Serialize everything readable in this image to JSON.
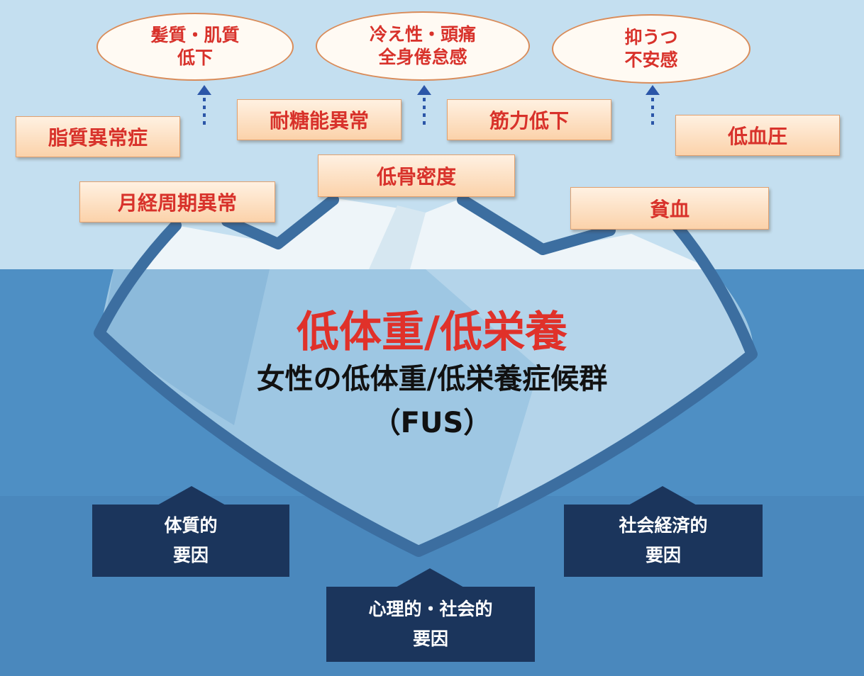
{
  "colors": {
    "sky": "#c4dff0",
    "sea": "#4e8fc4",
    "iceberg_outline": "#3c6ea0",
    "symptom_text": "#d8322b",
    "factor_box": "#1b355c"
  },
  "above_water": {
    "ellipses": [
      {
        "label": "髪質・肌質\n低下"
      },
      {
        "label": "冷え性・頭痛\n全身倦怠感"
      },
      {
        "label": "抑うつ\n不安感"
      }
    ],
    "symptoms": [
      {
        "label": "脂質異常症"
      },
      {
        "label": "耐糖能異常"
      },
      {
        "label": "筋力低下"
      },
      {
        "label": "低血圧"
      },
      {
        "label": "月経周期異常"
      },
      {
        "label": "低骨密度"
      },
      {
        "label": "貧血"
      }
    ]
  },
  "center": {
    "title": "低体重/低栄養",
    "subtitle": "女性の低体重/低栄養症候群",
    "abbreviation": "（FUS）"
  },
  "factors": [
    {
      "label": "体質的\n要因"
    },
    {
      "label": "社会経済的\n要因"
    },
    {
      "label": "心理的・社会的\n要因"
    }
  ]
}
